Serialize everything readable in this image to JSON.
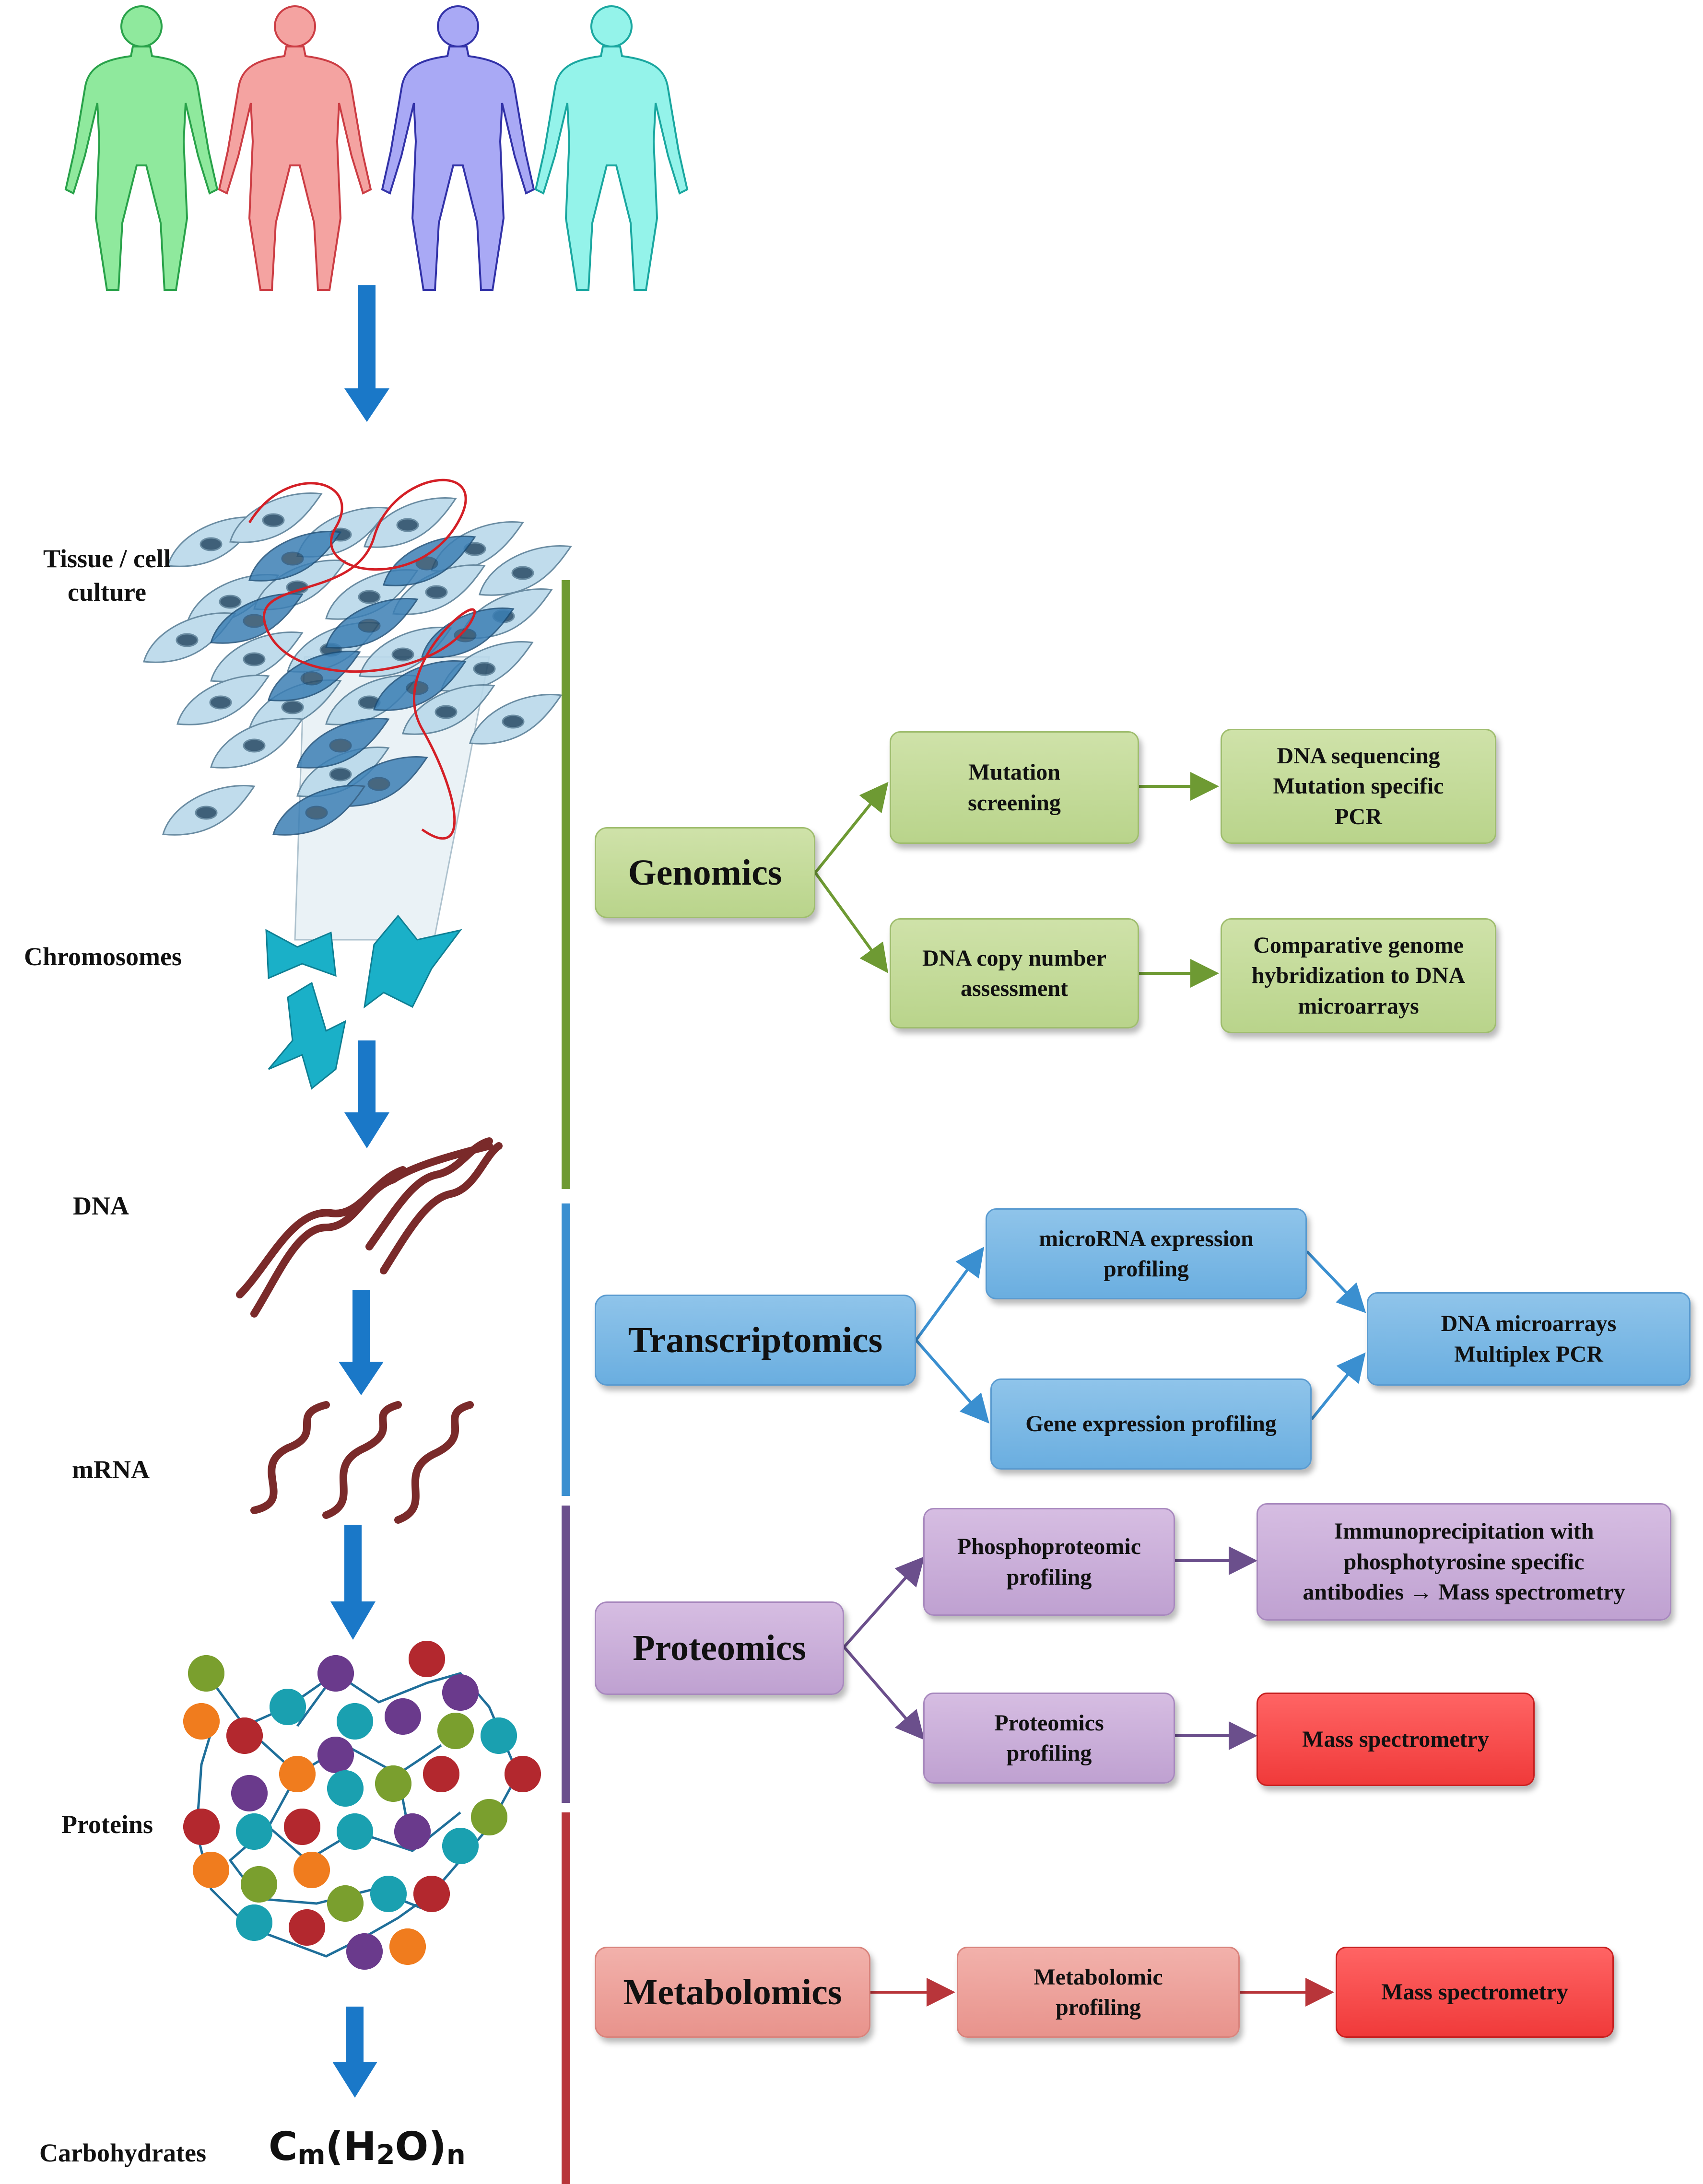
{
  "labels": {
    "tissue": "Tissue / cell\nculture",
    "chromosomes": "Chromosomes",
    "dna": "DNA",
    "mrna": "mRNA",
    "proteins": "Proteins",
    "carbohydrates": "Carbohydrates"
  },
  "formula": {
    "c": "C",
    "m": "m",
    "open": "(H",
    "two": "2",
    "close": "O)",
    "n": "n"
  },
  "genomics": {
    "title": "Genomics",
    "mutation": "Mutation\nscreening",
    "mutation_result": "DNA sequencing\nMutation specific\nPCR",
    "copy": "DNA copy number\nassessment",
    "copy_result": "Comparative genome\nhybridization to DNA\nmicroarrays"
  },
  "transcriptomics": {
    "title": "Transcriptomics",
    "microrna": "microRNA expression\nprofiling",
    "gene": "Gene expression profiling",
    "result": "DNA microarrays\nMultiplex PCR"
  },
  "proteomics": {
    "title": "Proteomics",
    "phospho": "Phosphoproteomic\nprofiling",
    "phospho_result": "Immunoprecipitation with\nphosphotyrosine specific\nantibodies → Mass spectrometry",
    "prot": "Proteomics\nprofiling",
    "prot_result": "Mass spectrometry"
  },
  "metabolomics": {
    "title": "Metabolomics",
    "profiling": "Metabolomic\nprofiling",
    "result": "Mass spectrometry"
  },
  "colors": {
    "genomics": "#6e9a33",
    "transcriptomics": "#3a8fd0",
    "proteomics": "#6b4f8c",
    "metabolomics": "#b8353a",
    "flow_arrow": "#1a78c8",
    "figure_colors": [
      "#7be08a",
      "#f0908e",
      "#8f8ff0",
      "#7ef0e6"
    ]
  }
}
